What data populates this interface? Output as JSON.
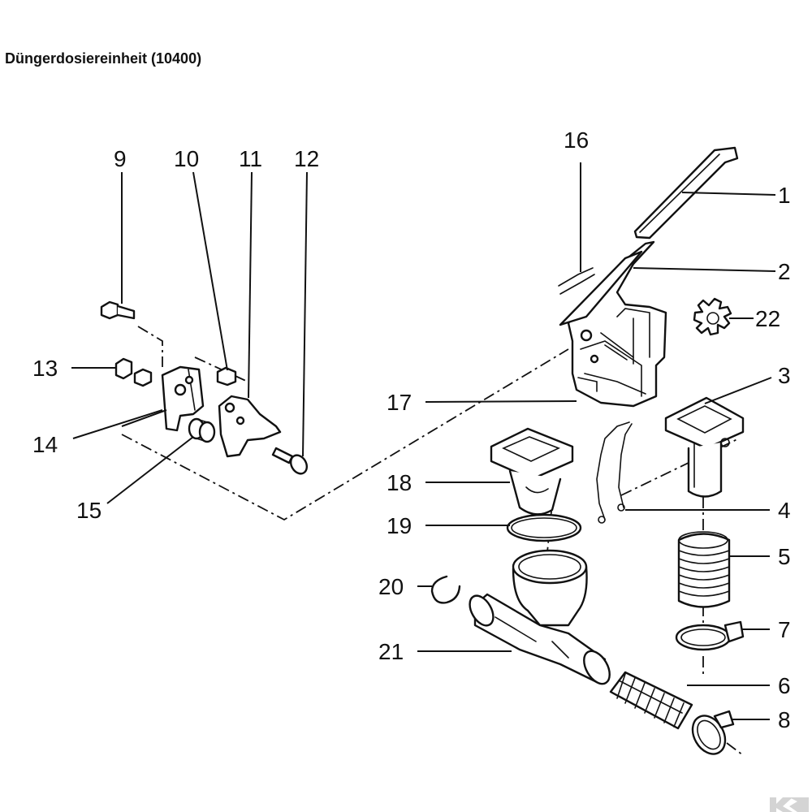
{
  "title": "Düngerdosiereinheit (10400)",
  "callouts": {
    "c1": "1",
    "c2": "2",
    "c3": "3",
    "c4": "4",
    "c5": "5",
    "c6": "6",
    "c7": "7",
    "c8": "8",
    "c9": "9",
    "c10": "10",
    "c11": "11",
    "c12": "12",
    "c13": "13",
    "c14": "14",
    "c15": "15",
    "c16": "16",
    "c17": "17",
    "c18": "18",
    "c19": "19",
    "c20": "20",
    "c21": "21",
    "c22": "22"
  },
  "colors": {
    "line": "#111111",
    "background": "#ffffff",
    "logo": "#d4d4d4"
  },
  "icons": {
    "logo": "k-logo-icon"
  }
}
